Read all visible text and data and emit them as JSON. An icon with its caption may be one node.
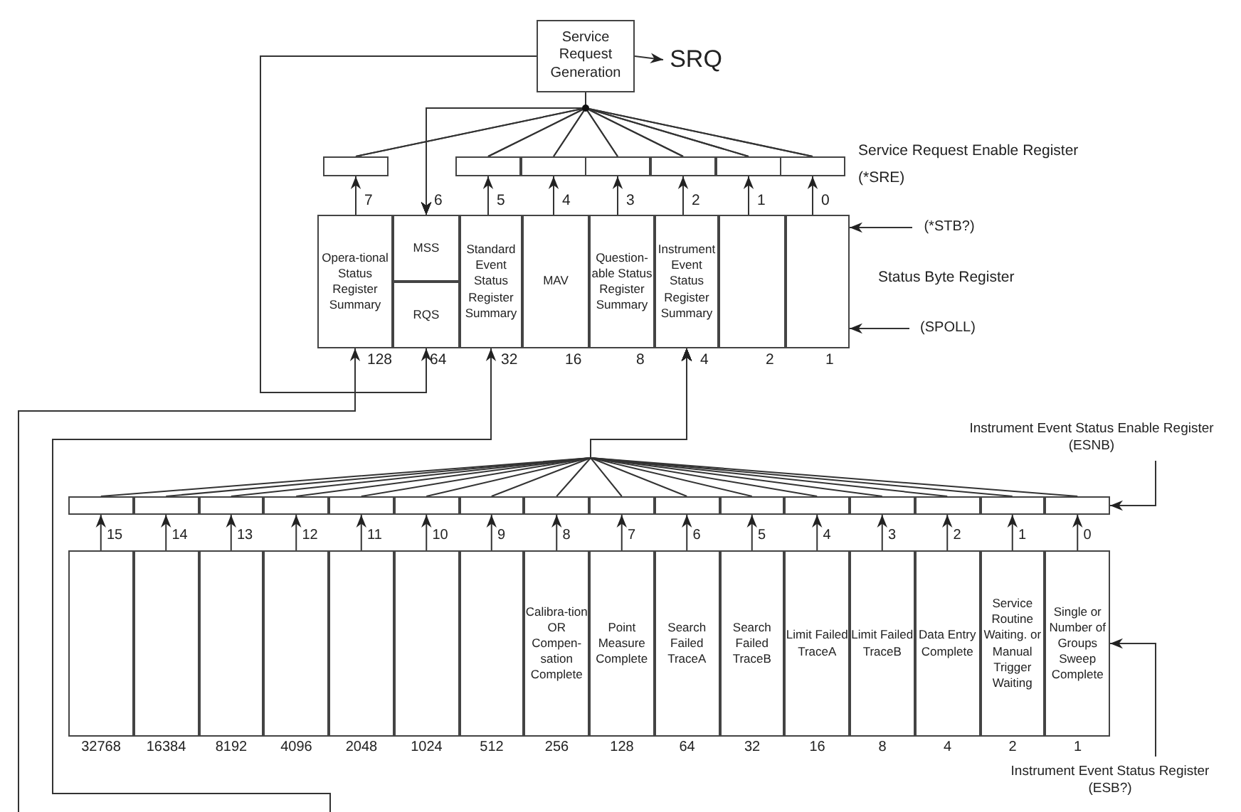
{
  "diagram": {
    "nodes": [
      {
        "text": [
          "Service Request Generation"
        ]
      },
      {
        "text": [
          "SRQ"
        ]
      },
      {
        "text": [],
        "shape": "box"
      },
      {
        "text": [],
        "shape": "box"
      },
      {
        "text": [],
        "shape": "box"
      },
      {
        "text": [],
        "shape": "box"
      },
      {
        "text": [],
        "shape": "box"
      },
      {
        "text": [],
        "shape": "box"
      },
      {
        "text": [],
        "shape": "box"
      },
      {
        "text": [
          "Opera-tional Status Register Summary"
        ]
      },
      {
        "text": [
          "MSS"
        ]
      },
      {
        "text": [
          "RQS"
        ]
      },
      {
        "text": [
          "Standard Event Status Register Summary"
        ]
      },
      {
        "text": [
          "MAV"
        ]
      },
      {
        "text": [
          "Question-able Status Register Summary"
        ]
      },
      {
        "text": [
          "Instrument Event Status Register Summary"
        ]
      },
      {
        "text": [],
        "shape": "box"
      },
      {
        "text": [],
        "shape": "box"
      },
      {
        "text": [
          "(*STB?)"
        ]
      },
      {
        "text": [
          "(SPOLL)"
        ]
      },
      {
        "text": [
          "Instrument Event Status Enable Register",
          "(ESNB)"
        ]
      },
      {
        "text": [],
        "shape": "box"
      },
      {
        "text": [],
        "shape": "box"
      },
      {
        "text": [],
        "shape": "box"
      },
      {
        "text": [],
        "shape": "box"
      },
      {
        "text": [],
        "shape": "box"
      },
      {
        "text": [],
        "shape": "box"
      },
      {
        "text": [],
        "shape": "box"
      },
      {
        "text": [],
        "shape": "box"
      },
      {
        "text": [],
        "shape": "box"
      },
      {
        "text": [],
        "shape": "box"
      },
      {
        "text": [],
        "shape": "box"
      },
      {
        "text": [],
        "shape": "box"
      },
      {
        "text": [],
        "shape": "box"
      },
      {
        "text": [],
        "shape": "box"
      },
      {
        "text": [],
        "shape": "box"
      },
      {
        "text": [],
        "shape": "box"
      },
      {
        "text": [],
        "shape": "box"
      },
      {
        "text": [],
        "shape": "box"
      },
      {
        "text": [],
        "shape": "box"
      },
      {
        "text": [],
        "shape": "box"
      },
      {
        "text": [],
        "shape": "box"
      },
      {
        "text": [],
        "shape": "box"
      },
      {
        "text": [],
        "shape": "box"
      },
      {
        "text": [
          "Calibra-tion OR Compen-sation Complete"
        ]
      },
      {
        "text": [
          "Point Measure Complete"
        ]
      },
      {
        "text": [
          "Search Failed TraceA"
        ]
      },
      {
        "text": [
          "Search Failed TraceB"
        ]
      },
      {
        "text": [
          "Limit Failed TraceA"
        ]
      },
      {
        "text": [
          "Limit Failed TraceB"
        ]
      },
      {
        "text": [
          "Data Entry Complete"
        ]
      },
      {
        "text": [
          "Service Routine Waiting. or Manual Trigger Waiting"
        ]
      },
      {
        "text": [
          "Single or Number of Groups Sweep Complete"
        ]
      },
      {
        "text": [
          "Instrument Event Status Register",
          "(ESB?)"
        ]
      }
    ],
    "edges": [
      {
        "from": 0,
        "to": 1,
        "arrow": "to"
      },
      {
        "from": 2,
        "to": 0,
        "arrow": "none"
      },
      {
        "from": 3,
        "to": 0,
        "arrow": "none"
      },
      {
        "from": 4,
        "to": 0,
        "arrow": "none"
      },
      {
        "from": 5,
        "to": 0,
        "arrow": "none"
      },
      {
        "from": 6,
        "to": 0,
        "arrow": "none"
      },
      {
        "from": 7,
        "to": 0,
        "arrow": "none"
      },
      {
        "from": 8,
        "to": 0,
        "arrow": "none"
      },
      {
        "from": 2,
        "to": 10,
        "arrow": "to"
      },
      {
        "from": 3,
        "to": 10,
        "arrow": "to"
      },
      {
        "from": 4,
        "to": 10,
        "arrow": "to"
      },
      {
        "from": 5,
        "to": 10,
        "arrow": "to"
      },
      {
        "from": 6,
        "to": 10,
        "arrow": "to"
      },
      {
        "from": 7,
        "to": 10,
        "arrow": "to"
      },
      {
        "from": 8,
        "to": 10,
        "arrow": "to"
      },
      {
        "from": 9,
        "to": 2,
        "arrow": "to"
      },
      {
        "from": 12,
        "to": 3,
        "arrow": "to"
      },
      {
        "from": 13,
        "to": 4,
        "arrow": "to"
      },
      {
        "from": 14,
        "to": 5,
        "arrow": "to"
      },
      {
        "from": 15,
        "to": 6,
        "arrow": "to"
      },
      {
        "from": 16,
        "to": 7,
        "arrow": "to"
      },
      {
        "from": 17,
        "to": 8,
        "arrow": "to"
      },
      {
        "from": 0,
        "to": 11,
        "arrow": "to"
      },
      {
        "from": null,
        "to": 9,
        "arrow": "to"
      },
      {
        "from": null,
        "to": 12,
        "arrow": "to"
      },
      {
        "from": 18,
        "to": 17,
        "arrow": "to"
      },
      {
        "from": 19,
        "to": 17,
        "arrow": "to"
      },
      {
        "from": 20,
        "to": 36,
        "arrow": "to"
      },
      {
        "from": 21,
        "to": 15,
        "arrow": "to"
      },
      {
        "from": 22,
        "to": 15,
        "arrow": "to"
      },
      {
        "from": 23,
        "to": 15,
        "arrow": "to"
      },
      {
        "from": 24,
        "to": 15,
        "arrow": "to"
      },
      {
        "from": 25,
        "to": 15,
        "arrow": "to"
      },
      {
        "from": 26,
        "to": 15,
        "arrow": "to"
      },
      {
        "from": 27,
        "to": 15,
        "arrow": "to"
      },
      {
        "from": 28,
        "to": 15,
        "arrow": "to"
      },
      {
        "from": 29,
        "to": 15,
        "arrow": "to"
      },
      {
        "from": 30,
        "to": 15,
        "arrow": "to"
      },
      {
        "from": 31,
        "to": 15,
        "arrow": "to"
      },
      {
        "from": 32,
        "to": 15,
        "arrow": "to"
      },
      {
        "from": 33,
        "to": 15,
        "arrow": "to"
      },
      {
        "from": 34,
        "to": 15,
        "arrow": "to"
      },
      {
        "from": 35,
        "to": 15,
        "arrow": "to"
      },
      {
        "from": 36,
        "to": 15,
        "arrow": "to"
      },
      {
        "from": 37,
        "to": 21,
        "arrow": "to"
      },
      {
        "from": 38,
        "to": 22,
        "arrow": "to"
      },
      {
        "from": 39,
        "to": 23,
        "arrow": "to"
      },
      {
        "from": 40,
        "to": 24,
        "arrow": "to"
      },
      {
        "from": 41,
        "to": 25,
        "arrow": "to"
      },
      {
        "from": 42,
        "to": 26,
        "arrow": "to"
      },
      {
        "from": 43,
        "to": 27,
        "arrow": "to"
      },
      {
        "from": 44,
        "to": 28,
        "arrow": "to"
      },
      {
        "from": 45,
        "to": 29,
        "arrow": "to"
      },
      {
        "from": 46,
        "to": 30,
        "arrow": "to"
      },
      {
        "from": 47,
        "to": 31,
        "arrow": "to"
      },
      {
        "from": 48,
        "to": 32,
        "arrow": "to"
      },
      {
        "from": 49,
        "to": 33,
        "arrow": "to"
      },
      {
        "from": 50,
        "to": 34,
        "arrow": "to"
      },
      {
        "from": 51,
        "to": 35,
        "arrow": "to"
      },
      {
        "from": 52,
        "to": 36,
        "arrow": "to"
      },
      {
        "from": 53,
        "to": 52,
        "arrow": "to"
      }
    ],
    "labels": [
      "Service Request Enable Register",
      "(*SRE)",
      "7",
      "6",
      "5",
      "4",
      "3",
      "2",
      "1",
      "0",
      "Status Byte Register",
      "128",
      "64",
      "32",
      "16",
      "8",
      "4",
      "2",
      "1",
      "15",
      "14",
      "13",
      "12",
      "11",
      "10",
      "9",
      "8",
      "7",
      "6",
      "5",
      "4",
      "3",
      "2",
      "1",
      "0",
      "32768",
      "16384",
      "8192",
      "4096",
      "2048",
      "1024",
      "512",
      "256",
      "128",
      "64",
      "32",
      "16",
      "8",
      "4",
      "2",
      "1"
    ]
  }
}
